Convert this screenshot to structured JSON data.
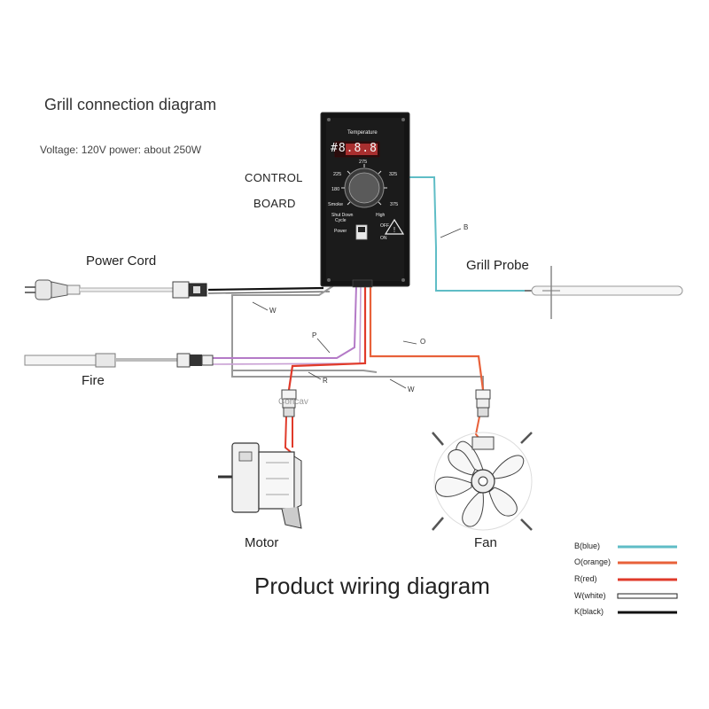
{
  "header": {
    "title": "Grill connection diagram",
    "voltage": "Voltage: 120V power: about 250W"
  },
  "control_board": {
    "label_line1": "CONTROL",
    "label_line2": "BOARD",
    "temperature": "Temperature",
    "display": "#8.8.8",
    "dial_marks": [
      "275",
      "225",
      "325",
      "180",
      "Smoke",
      "375"
    ],
    "shutdown": "Shut Down",
    "cycle": "Cycle",
    "high": "High",
    "power": "Power",
    "off": "OFF",
    "on": "ON"
  },
  "components": {
    "power_cord": "Power  Cord",
    "grill_probe": "Grill Probe",
    "fire": "Fire",
    "motor": "Motor",
    "fan": "Fan"
  },
  "wire_letters": {
    "b": "B",
    "w1": "W",
    "p": "P",
    "o": "O",
    "r": "R",
    "w2": "W"
  },
  "watermark": "Concav",
  "footer_title": "Product wiring diagram",
  "legend": [
    {
      "label": "B(blue)",
      "color": "#5fbdc6"
    },
    {
      "label": "O(orange)",
      "color": "#e8613a"
    },
    {
      "label": "R(red)",
      "color": "#e03a2a"
    },
    {
      "label": "W(white)",
      "color": "#ffffff"
    },
    {
      "label": "K(black)",
      "color": "#111111"
    }
  ]
}
